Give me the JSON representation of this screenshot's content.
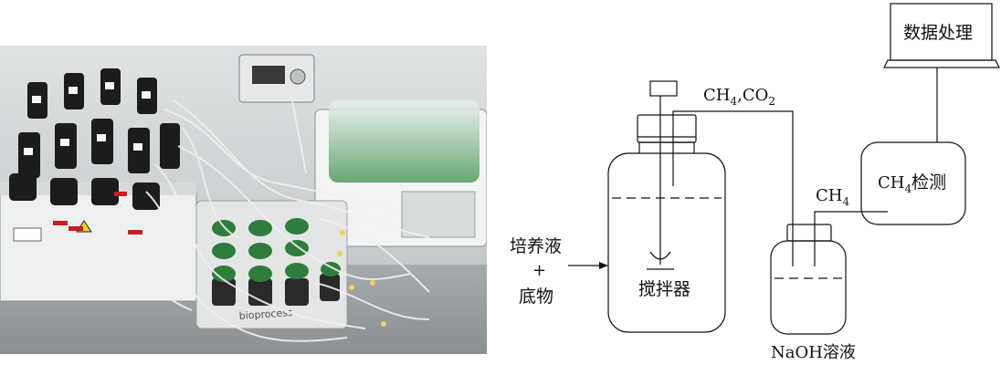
{
  "photo": {
    "device_label": "bioprocess"
  },
  "schematic": {
    "input_label_1": "培养液",
    "input_plus": "+",
    "input_label_2": "底物",
    "stirrer_label": "搅拌器",
    "gas_out_label": {
      "ch": "CH",
      "sub4": "4",
      "comma_co": ",CO",
      "sub2": "2"
    },
    "ch4_label": {
      "ch": "CH",
      "sub4": "4"
    },
    "naoh_label": "NaOH溶液",
    "detect_label": {
      "ch": "CH",
      "sub4": "4",
      "tail": "检测"
    },
    "data_label": "数据处理"
  },
  "colors": {
    "line": "#111111",
    "photo_wall": "#c9cfd2",
    "photo_bench": "#9aa0a3",
    "bottle_green": "#2f7d3c",
    "bath_water": "#5fa36a",
    "tube": "#e6e6e6"
  }
}
